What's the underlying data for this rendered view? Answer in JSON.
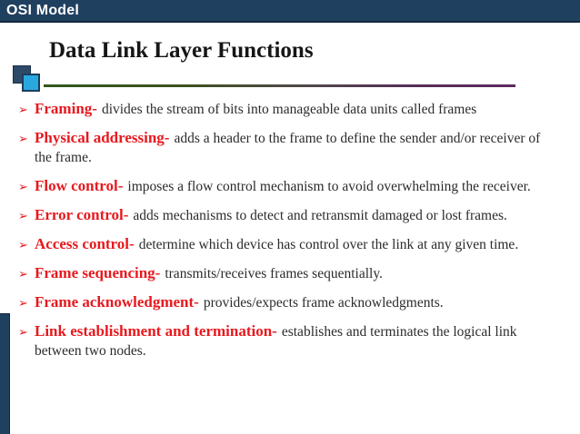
{
  "header": {
    "title": "OSI Model"
  },
  "title": "Data Link Layer Functions",
  "bullet_glyph": "➢",
  "bullets": [
    {
      "term": "Framing-",
      "text": "divides the stream of bits into manageable data units called frames"
    },
    {
      "term": "Physical addressing-",
      "text": "adds a header to the frame to define the sender and/or receiver of the frame."
    },
    {
      "term": "Flow control-",
      "text": "imposes a flow control mechanism to avoid overwhelming the receiver."
    },
    {
      "term": "Error control-",
      "text": "adds mechanisms to detect and retransmit damaged or lost frames."
    },
    {
      "term": "Access control-",
      "text": "determine which device has control over the link at any given time."
    },
    {
      "term": "Frame sequencing-",
      "text": "transmits/receives frames sequentially."
    },
    {
      "term": "Frame acknowledgment-",
      "text": "provides/expects frame acknowledgments."
    },
    {
      "term": "Link establishment and termination-",
      "text": "establishes and terminates the logical link between two nodes."
    }
  ],
  "colors": {
    "header_navy": "#204060",
    "accent_cyan": "#29a8e0",
    "term_red": "#e7191e",
    "rule_green": "#31591c",
    "rule_purple": "#5e2a60",
    "body_text": "#2b2b2b"
  }
}
